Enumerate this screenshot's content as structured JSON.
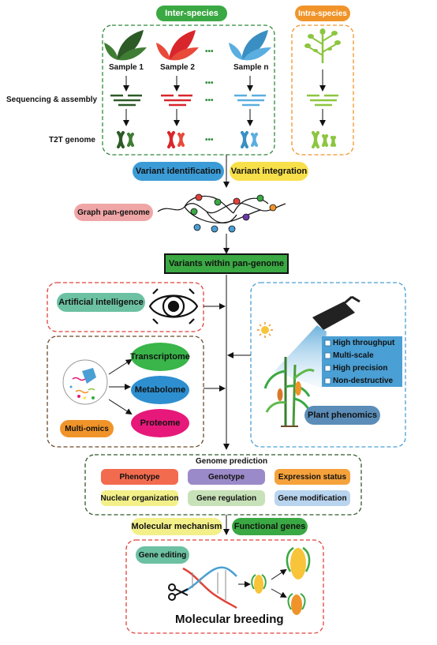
{
  "top": {
    "inter_species": "Inter-species",
    "intra_species": "Intra-species",
    "samples": [
      "Sample 1",
      "Sample 2",
      "Sample n"
    ],
    "ellipsis": "•••",
    "sequencing_label": "Sequencing & assembly",
    "t2t_label": "T2T genome"
  },
  "variants": {
    "identification": "Variant identification",
    "integration": "Variant integration",
    "graph": "Graph pan-genome",
    "within": "Variants within pan-genome"
  },
  "middle": {
    "ai": "Artificial intelligence",
    "transcriptome": "Transcriptome",
    "metabolome": "Metabolome",
    "proteome": "Proteome",
    "multi_omics": "Multi-omics",
    "phenomics_features": [
      "High throughput",
      "Multi-scale",
      "High precision",
      "Non-destructive"
    ],
    "plant_phenomics": "Plant phenomics"
  },
  "prediction": {
    "title": "Genome prediction",
    "items": [
      "Phenotype",
      "Genotype",
      "Expression status",
      "Nuclear organization",
      "Gene regulation",
      "Gene modification"
    ]
  },
  "bottom": {
    "molecular_mechanism": "Molecular mechanism",
    "functional_genes": "Functional genes",
    "gene_editing": "Gene editing",
    "molecular_breeding": "Molecular breeding"
  },
  "colors": {
    "dark_green": "#2f8a3a",
    "green": "#3aa843",
    "orange": "#f0942a",
    "red": "#e0423a",
    "blue": "#4a9fd4",
    "light_green": "#8cc63f",
    "variant_blue": "#3b9bd6",
    "variant_yellow": "#f7e04a",
    "graph_pink": "#f0a6a6",
    "ai_teal": "#6cc1a3",
    "omics_green": "#39b54a",
    "omics_blue": "#2e8fd0",
    "omics_pink": "#e6197a",
    "phenomics_blue": "#5b8db8",
    "pred_phenotype": "#f26b4f",
    "pred_genotype": "#9b8ac9",
    "pred_expression": "#f5a23c",
    "pred_nuclear": "#f3f08a",
    "pred_regulation": "#c7e2b8",
    "pred_modification": "#b9d4ee"
  }
}
